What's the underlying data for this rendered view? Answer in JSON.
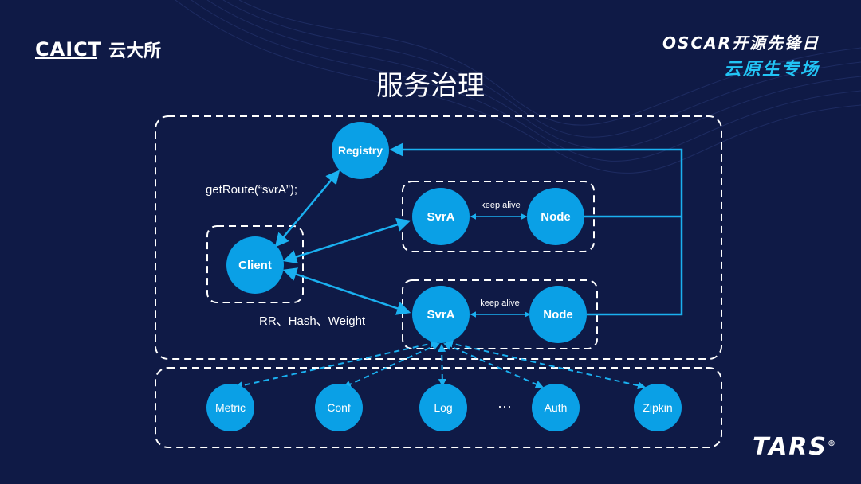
{
  "header": {
    "left_logo_en": "CAICT",
    "left_logo_cn": "云大所",
    "right_logo_line1": "OSCAR开源先锋日",
    "right_logo_line2": "云原生专场"
  },
  "slide": {
    "title": "服务治理"
  },
  "diagram": {
    "registry": "Registry",
    "client": "Client",
    "get_route": "getRoute(“svrA”);",
    "lb_strategies": "RR、Hash、Weight",
    "group1": {
      "service": "SvrA",
      "node": "Node",
      "link_label": "keep alive"
    },
    "group2": {
      "service": "SvrA",
      "node": "Node",
      "link_label": "keep alive"
    },
    "components": [
      "Metric",
      "Conf",
      "Log",
      "Auth",
      "Zipkin"
    ],
    "ellipsis": "···"
  },
  "footer": {
    "brand": "TARS"
  },
  "colors": {
    "background": "#0f1a46",
    "node_fill": "#0aa0e6",
    "arrow": "#1ab0f0",
    "dashed_border": "#ffffff"
  }
}
